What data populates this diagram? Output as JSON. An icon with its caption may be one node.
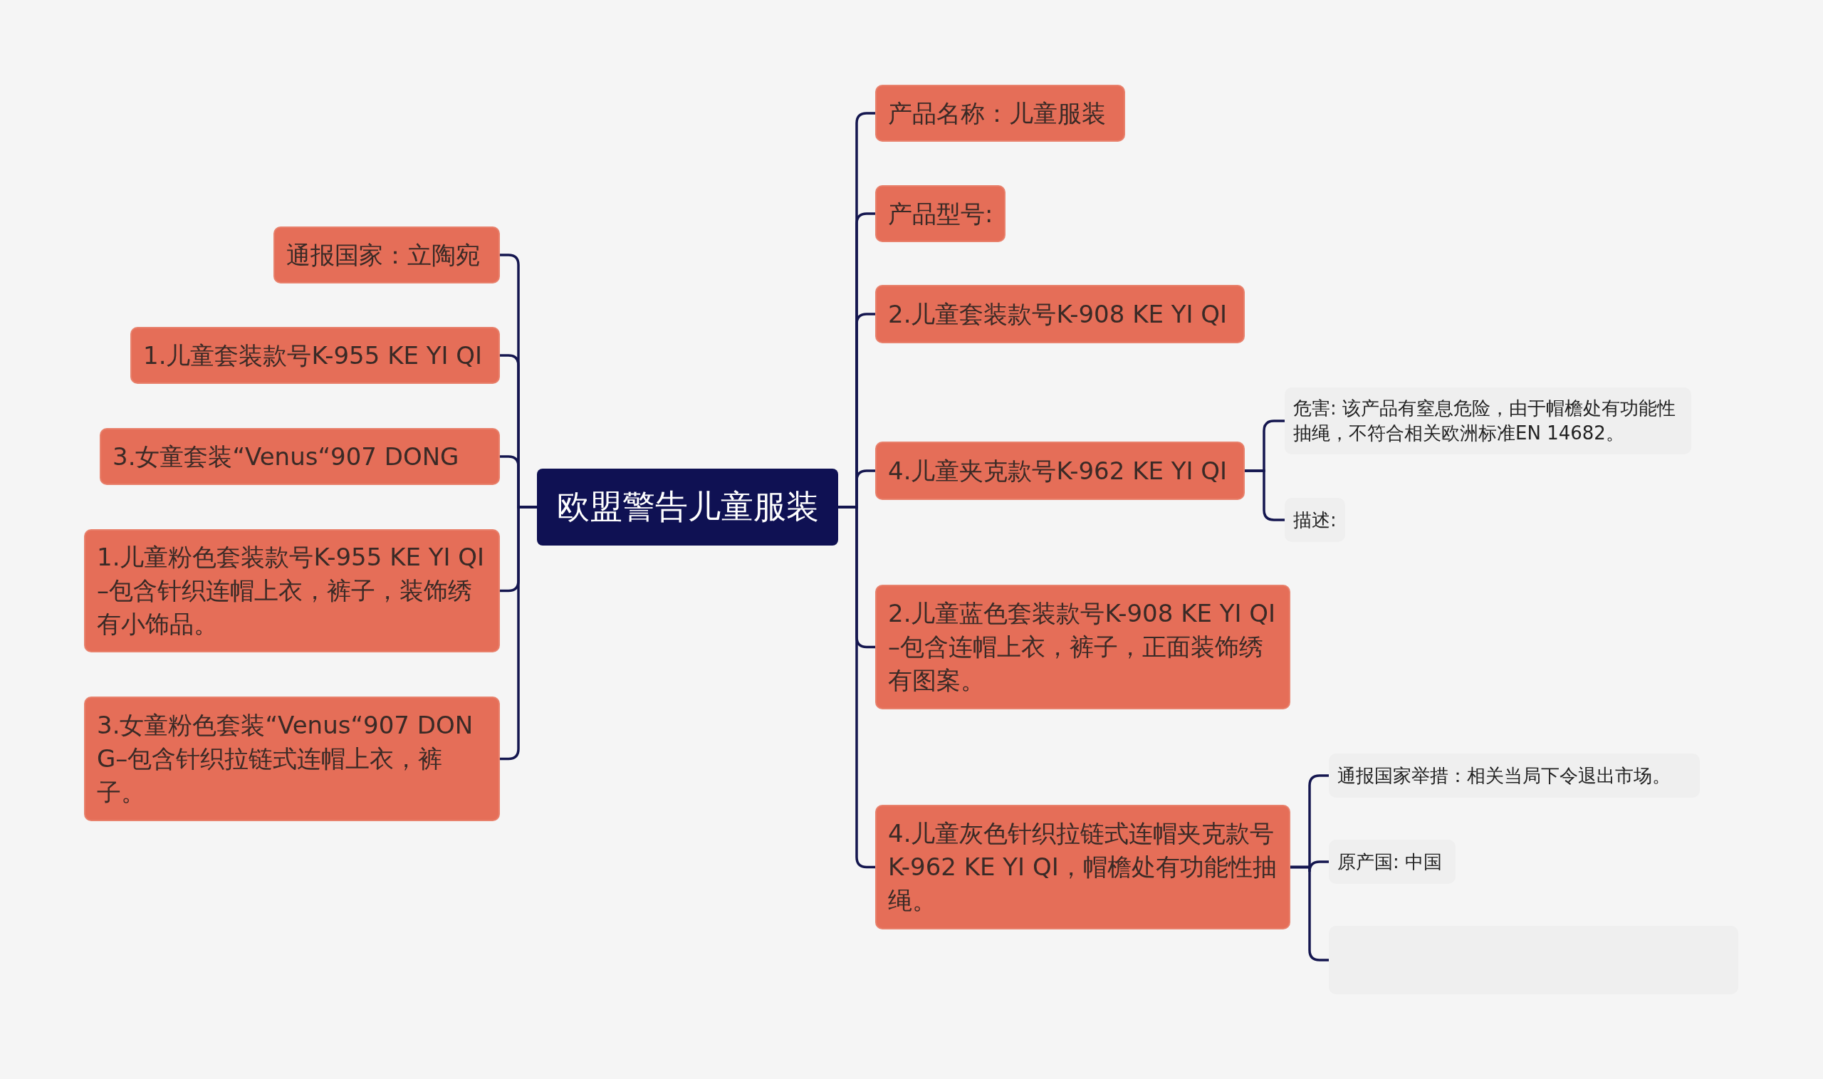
{
  "diagram": {
    "nodes": [
      {
        "text": [
          "欧盟警告儿童服装"
        ]
      },
      {
        "text": [
          "通报国家：立陶宛"
        ]
      },
      {
        "text": [
          "1.儿童套装款号K-955 KE YI QI"
        ]
      },
      {
        "text": [
          "3.女童套装“Venus“907 DONG"
        ]
      },
      {
        "text": [
          "1.儿童粉色套装款号K-955 KE YI QI–包含针织连帽上衣，裤子，装饰绣有小饰品。"
        ]
      },
      {
        "text": [
          "3.女童粉色套装“Venus“907 DONG–包含针织拉链式连帽上衣，裤子。"
        ]
      },
      {
        "text": [
          "产品名称：儿童服装"
        ]
      },
      {
        "text": [
          "产品型号:"
        ]
      },
      {
        "text": [
          "2.儿童套装款号K-908 KE YI QI"
        ]
      },
      {
        "text": [
          "4.儿童夹克款号K-962 KE YI QI"
        ]
      },
      {
        "text": [
          "2.儿童蓝色套装款号K-908 KE YI QI–包含连帽上衣，裤子，正面装饰绣有图案。"
        ]
      },
      {
        "text": [
          "4.儿童灰色针织拉链式连帽夹克款号K-962 KE YI QI，帽檐处有功能性抽绳。"
        ]
      },
      {
        "text": [
          "危害: 该产品有窒息危险，由于帽檐处有功能性抽绳，不符合相关欧洲标准EN 14682。"
        ]
      },
      {
        "text": [
          "描述:"
        ]
      },
      {
        "text": [
          "通报国家举措：相关当局下令退出市场。"
        ]
      },
      {
        "text": [
          "原产国: 中国"
        ]
      },
      {
        "text": [],
        "shape": "box"
      }
    ],
    "edges": [
      {
        "from": 0,
        "to": 1,
        "arrow": "none"
      },
      {
        "from": 0,
        "to": 2,
        "arrow": "none"
      },
      {
        "from": 0,
        "to": 3,
        "arrow": "none"
      },
      {
        "from": 0,
        "to": 4,
        "arrow": "none"
      },
      {
        "from": 0,
        "to": 5,
        "arrow": "none"
      },
      {
        "from": 0,
        "to": 6,
        "arrow": "none"
      },
      {
        "from": 0,
        "to": 7,
        "arrow": "none"
      },
      {
        "from": 0,
        "to": 8,
        "arrow": "none"
      },
      {
        "from": 0,
        "to": 9,
        "arrow": "none"
      },
      {
        "from": 0,
        "to": 10,
        "arrow": "none"
      },
      {
        "from": 0,
        "to": 11,
        "arrow": "none"
      },
      {
        "from": 9,
        "to": 12,
        "arrow": "none"
      },
      {
        "from": 9,
        "to": 13,
        "arrow": "none"
      },
      {
        "from": 11,
        "to": 14,
        "arrow": "none"
      },
      {
        "from": 11,
        "to": 15,
        "arrow": "none"
      },
      {
        "from": 11,
        "to": 16,
        "arrow": "none"
      }
    ]
  }
}
